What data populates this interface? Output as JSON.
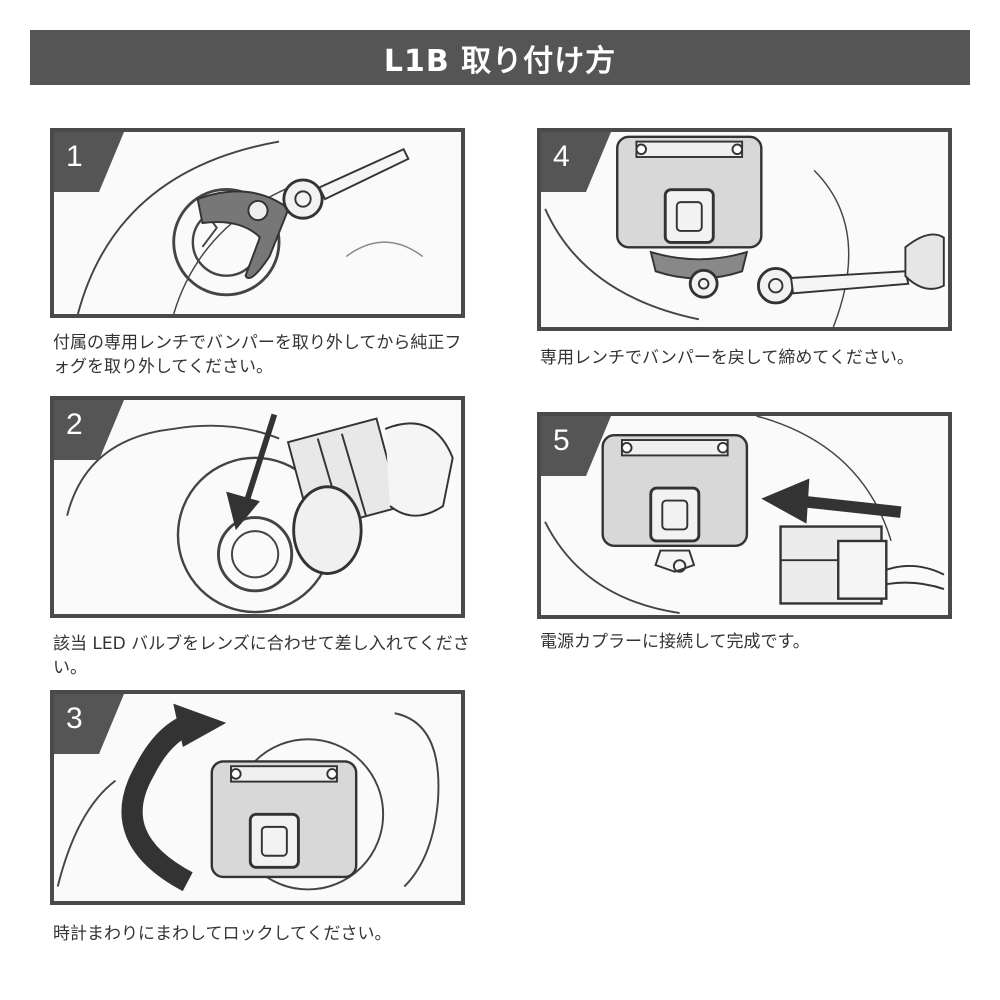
{
  "title": "L1B 取り付け方",
  "steps": [
    {
      "num": "1",
      "caption": "付属の専用レンチでバンパーを取り外してから純正フォグを取り外してください。"
    },
    {
      "num": "2",
      "caption": "該当 LED バルブをレンズに合わせて差し入れてください。"
    },
    {
      "num": "3",
      "caption": "時計まわりにまわしてロックしてください。"
    },
    {
      "num": "4",
      "caption": "専用レンチでバンパーを戻して締めてください。"
    },
    {
      "num": "5",
      "caption": "電源カプラーに接続して完成です。"
    }
  ],
  "colors": {
    "title_bg": "#555555",
    "frame": "#4a4a4a",
    "badge": "#555555"
  }
}
